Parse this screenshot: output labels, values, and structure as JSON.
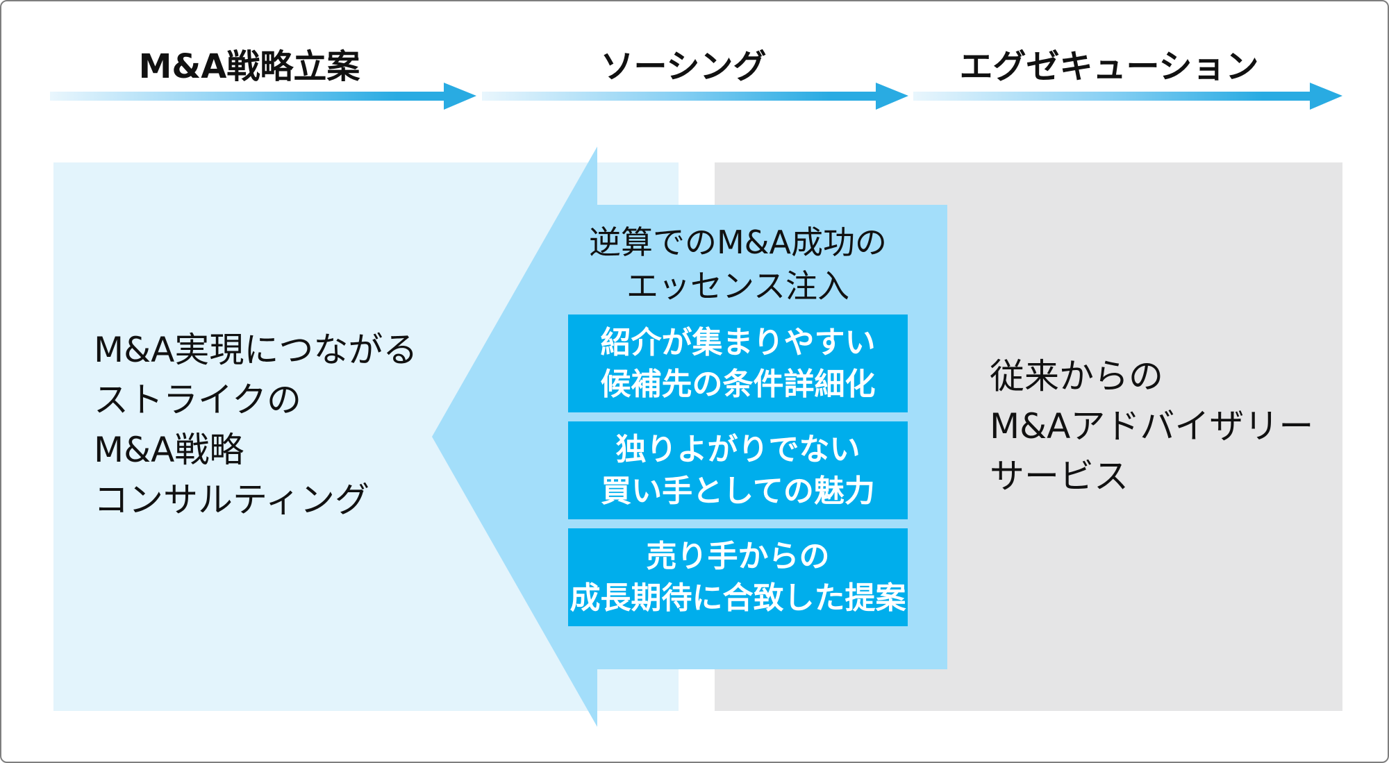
{
  "diagram": {
    "phases": [
      {
        "label": "M&A戦略立案"
      },
      {
        "label": "ソーシング"
      },
      {
        "label": "エグゼキューション"
      }
    ],
    "strike_box": {
      "lines": [
        "M&A実現につながる",
        "ストライクの",
        "M&A戦略",
        "コンサルティング"
      ]
    },
    "conventional_box": {
      "lines": [
        "従来からの",
        "M&Aアドバイザリー",
        "サービス"
      ]
    },
    "callout": {
      "heading_lines": [
        "逆算でのM&A成功の",
        "エッセンス注入"
      ],
      "items": [
        {
          "lines": [
            "紹介が集まりやすい",
            "候補先の条件詳細化"
          ]
        },
        {
          "lines": [
            "独りよがりでない",
            "買い手としての魅力"
          ]
        },
        {
          "lines": [
            "売り手からの",
            "成長期待に合致した提案"
          ]
        }
      ]
    },
    "colors": {
      "accent_blue": "#29ABE2",
      "item_box_blue": "#00AEEC",
      "big_arrow_fill": "#A3DEFA",
      "strike_box_bg": "#E3F4FC",
      "conventional_box_bg": "#E5E5E6",
      "text_color": "#111111"
    }
  }
}
